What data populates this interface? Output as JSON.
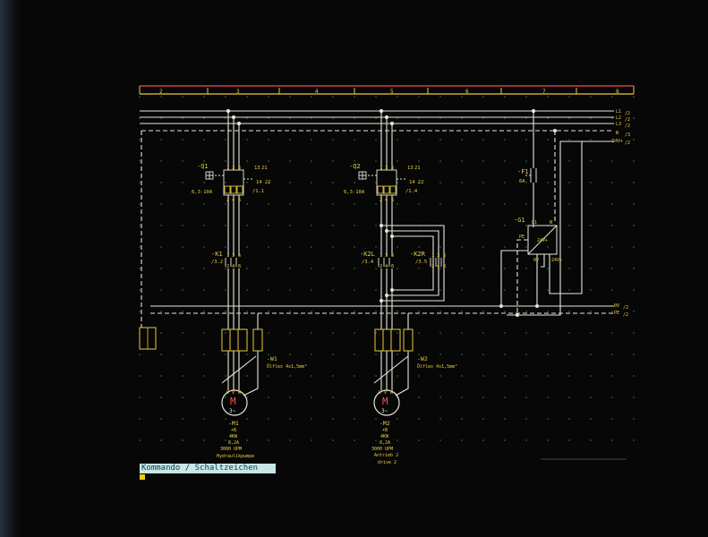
{
  "title_block": {
    "columns": [
      "2",
      "3",
      "4",
      "5",
      "6",
      "7",
      "8"
    ]
  },
  "rails": {
    "l1": "L1",
    "l1_sheet": "/2",
    "l2": "L2",
    "l2_sheet": "/2",
    "l3": "L3",
    "l3_sheet": "/2",
    "n": "N",
    "n_sheet": "/3",
    "dc24": "24V+",
    "dc24_sheet": "/2",
    "ov": "0V",
    "ov_sheet": "/2",
    "pe": "PE",
    "pe_sheet": "/2"
  },
  "branch1": {
    "breaker_tag": "-Q1",
    "breaker_terminals": [
      "1",
      "3",
      "5"
    ],
    "aux_terminals": [
      "13",
      "21"
    ],
    "aux_sheet": "/1.1",
    "aux_bottom": "14 22",
    "breaker_range": "6,3-10A",
    "breaker_out": [
      "2",
      "4",
      "6"
    ],
    "contactor_tag": "-K1",
    "contactor_sheet": "/3.2",
    "contactor_in": [
      "1",
      "3",
      "5"
    ],
    "contactor_out": [
      "2",
      "4",
      "6"
    ],
    "cable_tag": "-W1",
    "cable_type": "Ölflex 4x1,5mm²",
    "motor_symbol": "M",
    "motor_phase": "3~",
    "motor_terminals": [
      "U",
      "V",
      "W"
    ],
    "motor_tag": "-M1",
    "spec_location": "+B",
    "spec_power": "4KW",
    "spec_current": "8,2A",
    "spec_speed": "3000 UPM",
    "spec_desc": "Hydraulikpumpe"
  },
  "branch2": {
    "breaker_tag": "-Q2",
    "breaker_terminals": [
      "1",
      "3",
      "5"
    ],
    "aux_terminals": [
      "13",
      "21"
    ],
    "aux_sheet": "/1.4",
    "aux_bottom": "14 22",
    "breaker_range": "6,3-10A",
    "breaker_out": [
      "2",
      "4",
      "6"
    ],
    "contactor_l_tag": "-K2L",
    "contactor_l_sheet": "/3.4",
    "contactor_r_tag": "-K2R",
    "contactor_r_sheet": "/3.5",
    "contactor_in": [
      "1",
      "3",
      "5"
    ],
    "contactor_out": [
      "2",
      "4",
      "6"
    ],
    "cable_tag": "-W2",
    "cable_type": "Ölflex 4x1,5mm²",
    "motor_symbol": "M",
    "motor_phase": "3~",
    "motor_terminals": [
      "U",
      "V",
      "W"
    ],
    "motor_tag": "-M2",
    "spec_location": "+B",
    "spec_power": "4KW",
    "spec_current": "8,2A",
    "spec_speed": "3000 UPM",
    "spec_desc1": "Antrieb 2",
    "spec_desc2": "drive 2"
  },
  "supply": {
    "fuse_tag": "-F1",
    "fuse_rating": "6A",
    "psu_tag": "-G1",
    "psu_l1": "L1",
    "psu_n": "N",
    "psu_pe": "PE",
    "psu_out_pos": "24V+",
    "psu_out_pos2": "24V+",
    "psu_out_neg": "0V"
  },
  "command_bar": {
    "text": "Kommando / Schaltzeichen"
  },
  "colors": {
    "background": "#070707",
    "frame_red": "#d04040",
    "frame_yellow": "#e8c838",
    "wire": "#e6e6de",
    "label": "#e8d040",
    "motor_red": "#ff5050",
    "grid_dot": "#2e6030",
    "command_bg": "#c8e6e8"
  }
}
